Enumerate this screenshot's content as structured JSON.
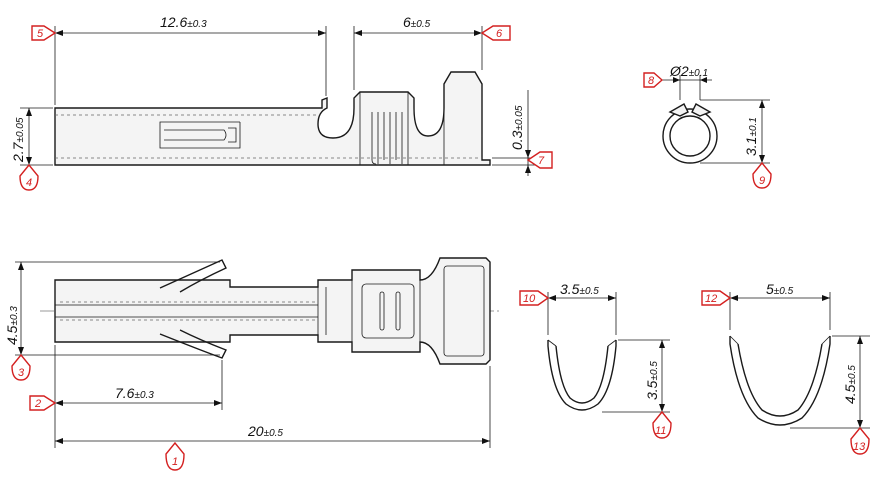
{
  "dimensions": {
    "top_length": {
      "value": "12.6",
      "tol": "±0.3"
    },
    "top_crimp": {
      "value": "6",
      "tol": "±0.5"
    },
    "top_height": {
      "value": "2.7",
      "tol": "±0.05"
    },
    "top_thickness": {
      "value": "0.3",
      "tol": "±0.05"
    },
    "end_diameter": {
      "value": "Ø2",
      "tol": "±0.1"
    },
    "end_height": {
      "value": "3.1",
      "tol": "±0.1"
    },
    "plan_width": {
      "value": "4.5",
      "tol": "±0.3"
    },
    "plan_spring": {
      "value": "7.6",
      "tol": "±0.3"
    },
    "plan_total": {
      "value": "20",
      "tol": "±0.5"
    },
    "u_small_width": {
      "value": "3.5",
      "tol": "±0.5"
    },
    "u_small_height": {
      "value": "3.5",
      "tol": "±0.5"
    },
    "u_large_width": {
      "value": "5",
      "tol": "±0.5"
    },
    "u_large_height": {
      "value": "4.5",
      "tol": "±0.5"
    }
  },
  "markers": [
    "1",
    "2",
    "3",
    "4",
    "5",
    "6",
    "7",
    "8",
    "9",
    "10",
    "11",
    "12",
    "13"
  ]
}
